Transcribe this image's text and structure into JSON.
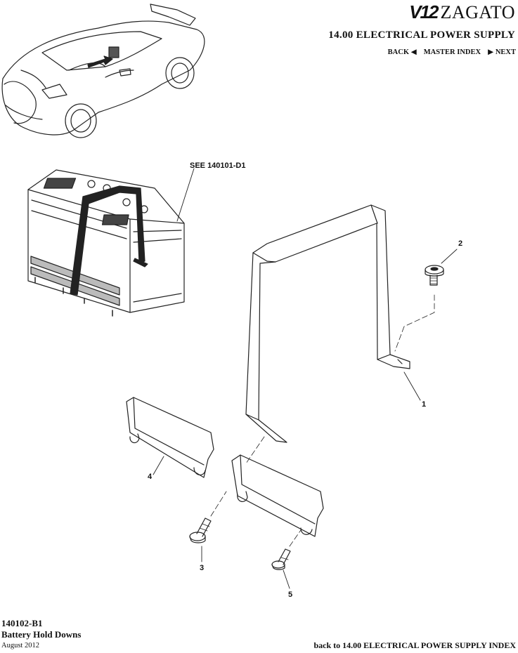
{
  "header": {
    "brand_logo": "V12",
    "brand_name": "ZAGATO",
    "section_title": "14.00 ELECTRICAL POWER SUPPLY",
    "nav": {
      "back": "BACK",
      "master_index": "MASTER INDEX",
      "next": "NEXT"
    }
  },
  "diagram": {
    "see_reference": "SEE 140101-D1",
    "callouts": [
      "1",
      "2",
      "3",
      "4",
      "5"
    ]
  },
  "footer": {
    "code": "140102-B1",
    "title": "Battery Hold Downs",
    "date": "August 2012",
    "back_link": "back to 14.00 ELECTRICAL POWER SUPPLY INDEX"
  }
}
